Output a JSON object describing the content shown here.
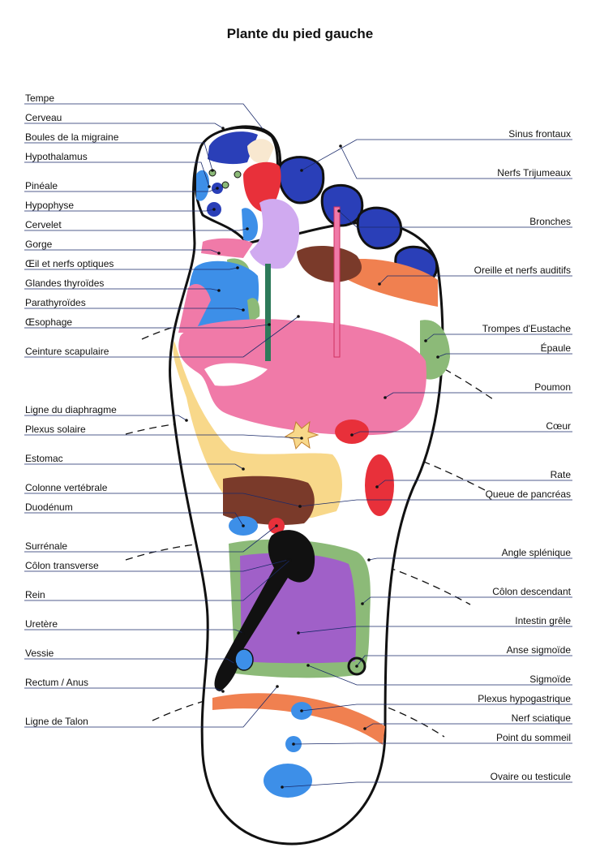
{
  "title": "Plante du pied gauche",
  "colors": {
    "outline": "#111111",
    "blue_dark": "#2a3fb8",
    "blue_light": "#3d8fe8",
    "red": "#e8303a",
    "pink": "#f07aa8",
    "purple": "#a060c8",
    "lilac": "#d0aaf0",
    "green": "#8cba78",
    "orange": "#f08050",
    "yellow": "#f8d88a",
    "brown": "#7a3a2a",
    "teal": "#2d7a5a",
    "cream": "#f8e8d0",
    "leader_line": "#1a2a6a"
  },
  "labels_left": [
    "Tempe",
    "Cerveau",
    "Boules de la migraine",
    "Hypothalamus",
    "Pinéale",
    "Hypophyse",
    "Cervelet",
    "Gorge",
    "Œil et nerfs optiques",
    "Glandes thyroïdes",
    "Parathyroïdes",
    "Œsophage",
    "Ceinture scapulaire",
    "Ligne du diaphragme",
    "Plexus solaire",
    "Estomac",
    "Colonne vertébrale",
    "Duodénum",
    "Surrénale",
    "Côlon transverse",
    "Rein",
    "Uretère",
    "Vessie",
    "Rectum / Anus",
    "Ligne de Talon"
  ],
  "labels_right": [
    "Sinus frontaux",
    "Nerfs Trijumeaux",
    "Bronches",
    "Oreille et nerfs auditifs",
    "Trompes d'Eustache",
    "Épaule",
    "Poumon",
    "Cœur",
    "Rate",
    "Queue de pancréas",
    "Angle splénique",
    "Côlon descendant",
    "Intestin grêle",
    "Anse sigmoïde",
    "Sigmoïde",
    "Plexus hypogastrique",
    "Nerf sciatique",
    "Point du sommeil",
    "Ovaire ou testicule"
  ]
}
